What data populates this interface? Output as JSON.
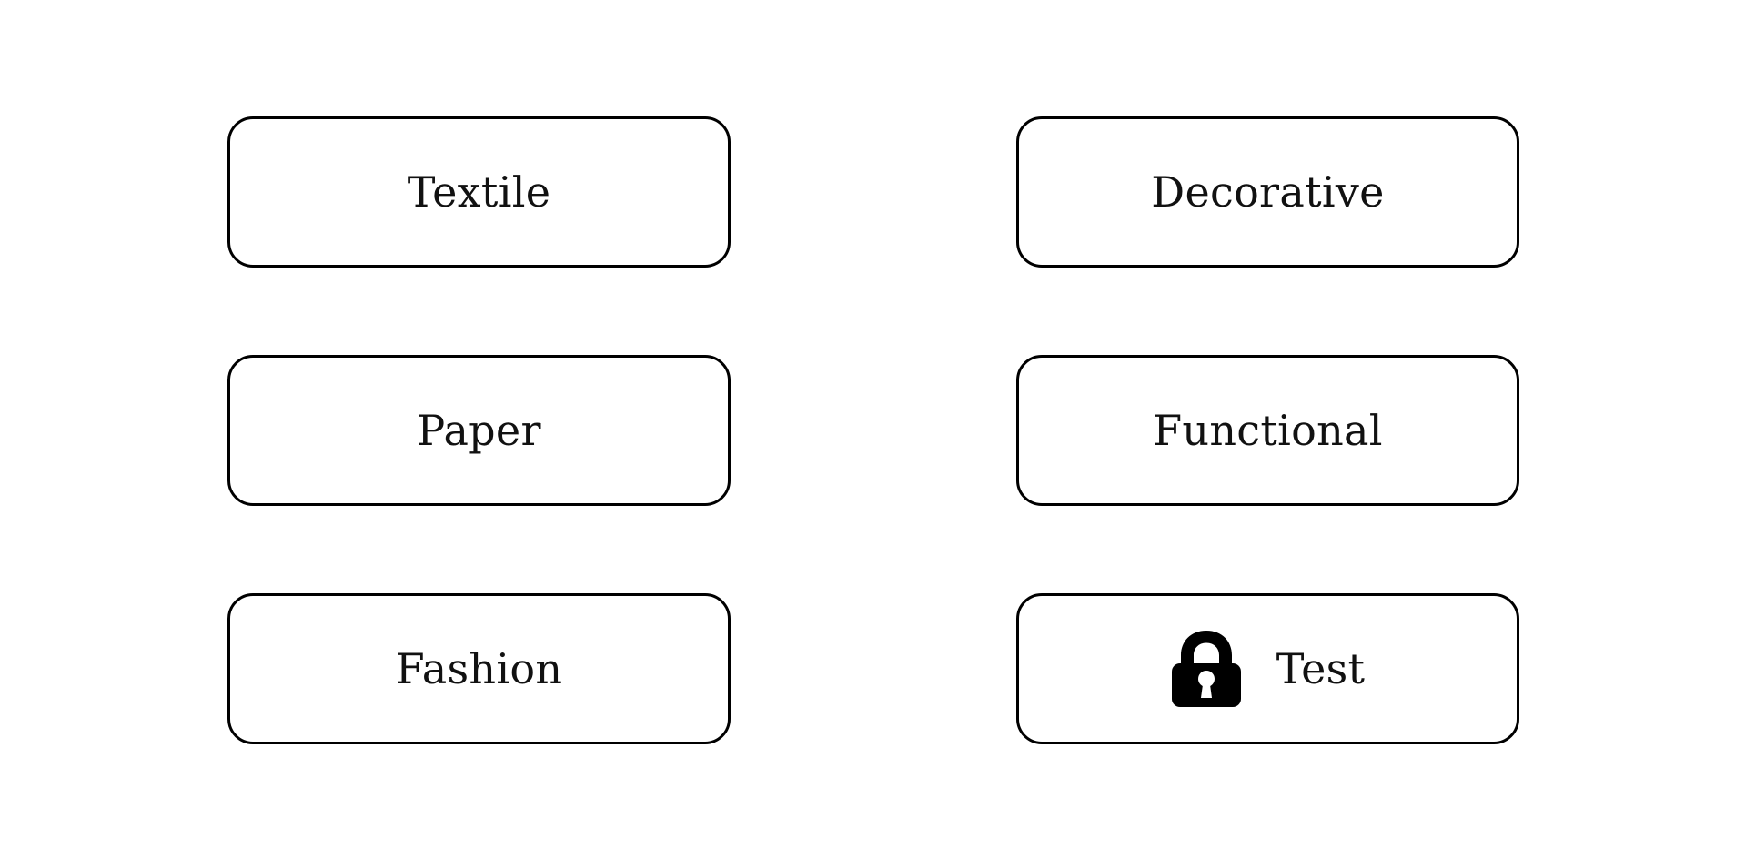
{
  "page": {
    "background_color": "#ffffff",
    "text_color": "#111111",
    "border_color": "#000000",
    "icon_color": "#000000"
  },
  "buttons": [
    {
      "id": "textile",
      "label": "Textile",
      "icon": null,
      "column": "left",
      "row": 1
    },
    {
      "id": "decorative",
      "label": "Decorative",
      "icon": null,
      "column": "right",
      "row": 1
    },
    {
      "id": "paper",
      "label": "Paper",
      "icon": null,
      "column": "left",
      "row": 2
    },
    {
      "id": "functional",
      "label": "Functional",
      "icon": null,
      "column": "right",
      "row": 2
    },
    {
      "id": "fashion",
      "label": "Fashion",
      "icon": null,
      "column": "left",
      "row": 3
    },
    {
      "id": "test",
      "label": "Test",
      "icon": "lock-icon",
      "column": "right",
      "row": 3
    }
  ]
}
